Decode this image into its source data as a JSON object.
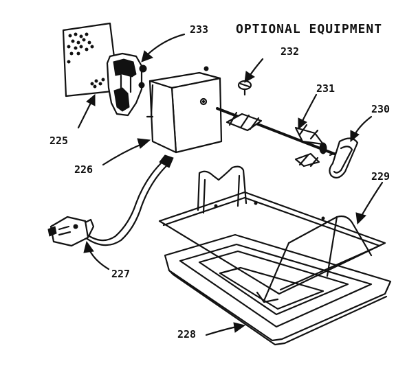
{
  "title": "OPTIONAL EQUIPMENT",
  "callouts": {
    "p225": "225",
    "p226": "226",
    "p227": "227",
    "p228": "228",
    "p229": "229",
    "p230": "230",
    "p231": "231",
    "p232": "232",
    "p233": "233"
  }
}
